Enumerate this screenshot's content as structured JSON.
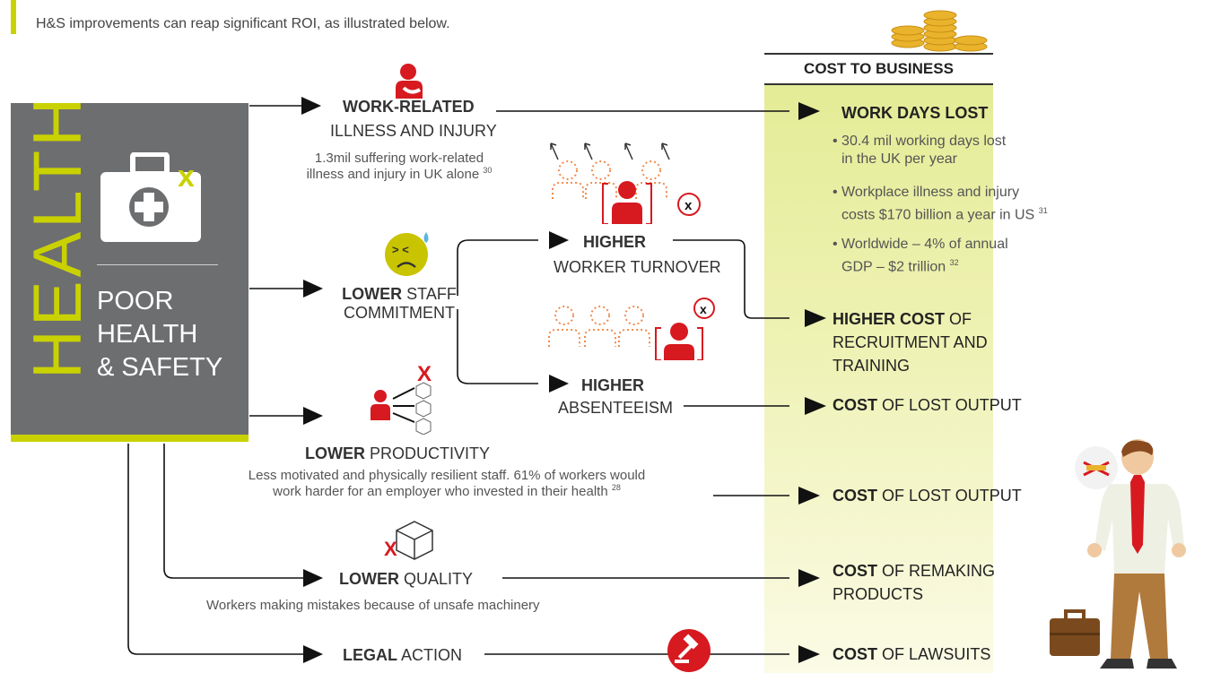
{
  "intro": {
    "line1": "H&S improvements can reap significant ROI, as illustrated below."
  },
  "health": {
    "title": "HEALTH",
    "poor_lines": [
      "POOR",
      "HEALTH",
      "& SAFETY"
    ]
  },
  "cost_header": "COST TO BUSINESS",
  "work_related": {
    "bold": "WORK-RELATED",
    "rest": "ILLNESS AND INJURY",
    "note1": "1.3mil suffering work-related",
    "note2": "illness and injury in UK alone",
    "ref": "30"
  },
  "staff": {
    "bold": "LOWER",
    "rest1": "STAFF",
    "rest2": "COMMITMENT"
  },
  "turnover": {
    "bold": "HIGHER",
    "rest": "WORKER TURNOVER"
  },
  "absenteeism": {
    "bold": "HIGHER",
    "rest": "ABSENTEEISM"
  },
  "productivity": {
    "bold": "LOWER",
    "rest": "PRODUCTIVITY",
    "note1": "Less motivated and physically resilient staff. 61% of workers would",
    "note2": "work harder for an employer who invested in their health",
    "ref": "28"
  },
  "quality": {
    "bold": "LOWER",
    "rest": "QUALITY",
    "note": "Workers making mistakes because of unsafe machinery"
  },
  "legal": {
    "bold": "LEGAL",
    "rest": "ACTION"
  },
  "costs": {
    "work_days": {
      "title": "WORK DAYS LOST",
      "bullets": [
        {
          "l1": "• 30.4 mil working days lost",
          "l2": "in the UK per year",
          "ref": ""
        },
        {
          "l1": "• Workplace illness and injury",
          "l2": "costs $170 billion a year in US",
          "ref": "31"
        },
        {
          "l1": "• Worldwide – 4% of annual",
          "l2": "GDP – $2 trillion",
          "ref": "32"
        }
      ]
    },
    "recruitment": {
      "bold": "HIGHER COST",
      "rest1": "OF",
      "rest2": "RECRUITMENT AND",
      "rest3": "TRAINING"
    },
    "lost_output_1": {
      "bold": "COST",
      "rest": "OF LOST OUTPUT"
    },
    "lost_output_2": {
      "bold": "COST",
      "rest": "OF LOST OUTPUT"
    },
    "remaking": {
      "bold": "COST",
      "rest1": "OF REMAKING",
      "rest2": "PRODUCTS"
    },
    "lawsuits": {
      "bold": "COST",
      "rest": "OF LAWSUITS"
    }
  },
  "colors": {
    "accent": "#c9d200",
    "red": "#d71920",
    "grey": "#6d6e70",
    "orange": "#f08a4b"
  }
}
